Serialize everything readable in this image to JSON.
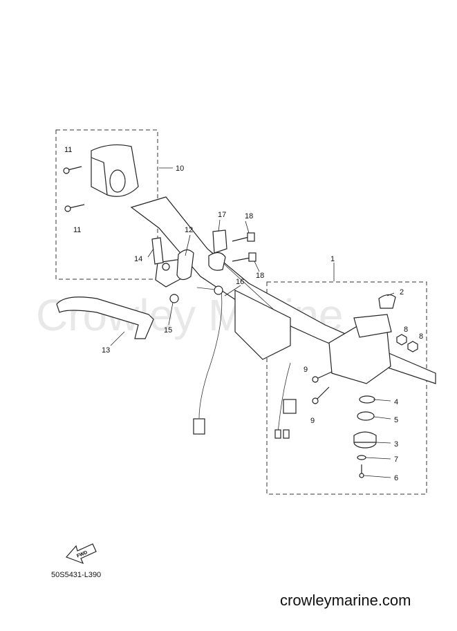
{
  "watermark": "Crowley Marine",
  "diagram_code": "50S5431-L390",
  "website": "crowleymarine.com",
  "fwd_label": "FWD",
  "callouts": [
    {
      "id": "c1",
      "label": "1"
    },
    {
      "id": "c2",
      "label": "2"
    },
    {
      "id": "c3",
      "label": "3"
    },
    {
      "id": "c4",
      "label": "4"
    },
    {
      "id": "c5",
      "label": "5"
    },
    {
      "id": "c6",
      "label": "6"
    },
    {
      "id": "c7",
      "label": "7"
    },
    {
      "id": "c8a",
      "label": "8"
    },
    {
      "id": "c8b",
      "label": "8"
    },
    {
      "id": "c9a",
      "label": "9"
    },
    {
      "id": "c9b",
      "label": "9"
    },
    {
      "id": "c10",
      "label": "10"
    },
    {
      "id": "c11a",
      "label": "11"
    },
    {
      "id": "c11b",
      "label": "11"
    },
    {
      "id": "c12",
      "label": "12"
    },
    {
      "id": "c13",
      "label": "13"
    },
    {
      "id": "c14",
      "label": "14"
    },
    {
      "id": "c15",
      "label": "15"
    },
    {
      "id": "c16",
      "label": "16"
    },
    {
      "id": "c17",
      "label": "17"
    },
    {
      "id": "c18a",
      "label": "18"
    },
    {
      "id": "c18b",
      "label": "18"
    }
  ]
}
